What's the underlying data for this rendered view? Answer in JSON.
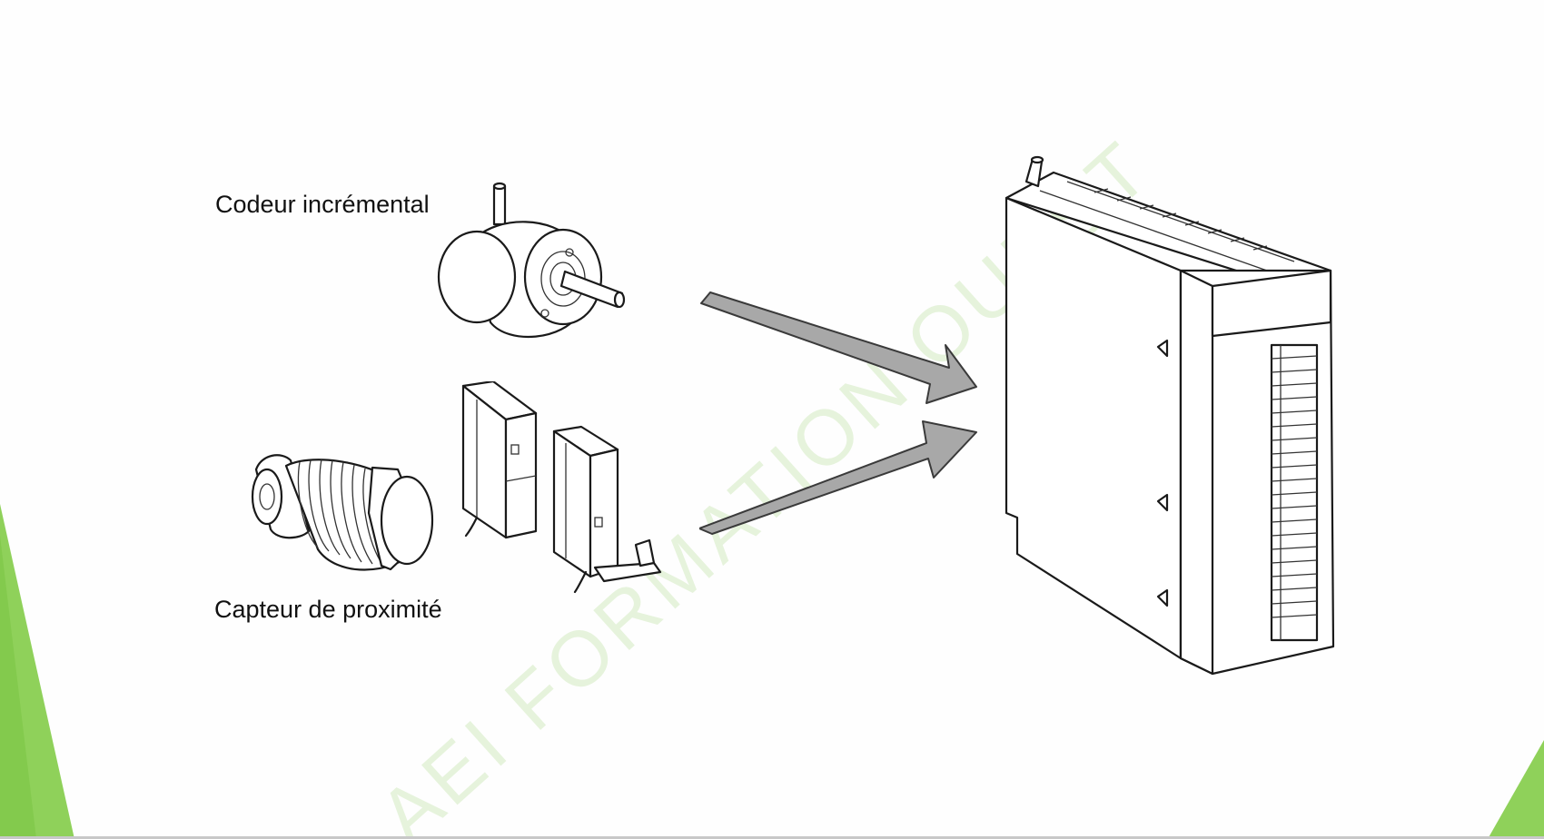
{
  "labels": {
    "encoder": "Codeur incrémental",
    "proximity": "Capteur de proximité"
  },
  "watermark": "AEI FORMATION OUEST",
  "colors": {
    "accent_green": "#8fd15a",
    "arrow_gray": "#a8a8a8",
    "line_dark": "#1a1a1a"
  }
}
